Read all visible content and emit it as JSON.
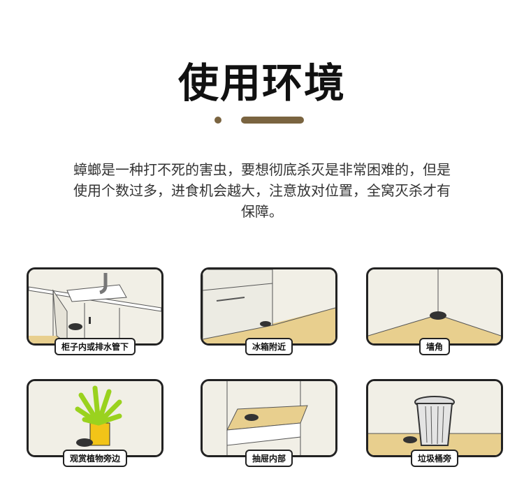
{
  "title": "使用环境",
  "description": [
    "蟑螂是一种打不死的害虫，要想彻底杀灭是非常困难的，但是",
    "使用个数过多，进食机会越大，注意放对位置，全窝灭杀才有",
    "保障。"
  ],
  "scenes": [
    {
      "label": "柜子内或排水管下"
    },
    {
      "label": "冰箱附近"
    },
    {
      "label": "墙角"
    },
    {
      "label": "观赏植物旁边"
    },
    {
      "label": "抽屉内部"
    },
    {
      "label": "垃圾桶旁"
    }
  ],
  "colors": {
    "accent": "#7a6440",
    "floor": "#e8cf8e",
    "bait": "#333333"
  }
}
